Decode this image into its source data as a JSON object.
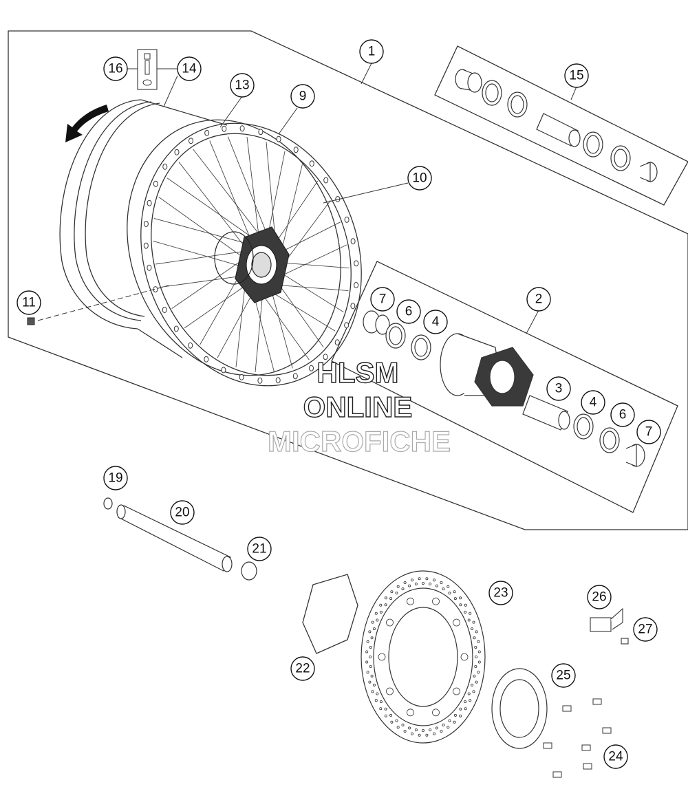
{
  "callouts": {
    "c1": "1",
    "c2": "2",
    "c3": "3",
    "c4a": "4",
    "c4b": "4",
    "c6a": "6",
    "c6b": "6",
    "c7a": "7",
    "c7b": "7",
    "c9": "9",
    "c10": "10",
    "c11": "11",
    "c13": "13",
    "c14": "14",
    "c15": "15",
    "c16": "16",
    "c19": "19",
    "c20": "20",
    "c21": "21",
    "c22": "22",
    "c23": "23",
    "c24": "24",
    "c25": "25",
    "c26": "26",
    "c27": "27"
  },
  "watermark": {
    "line1": "HLSM",
    "line2": "ONLINE",
    "line3": "MICROFICHE"
  },
  "icons": {
    "rotation": "rotation-arrow-icon"
  }
}
